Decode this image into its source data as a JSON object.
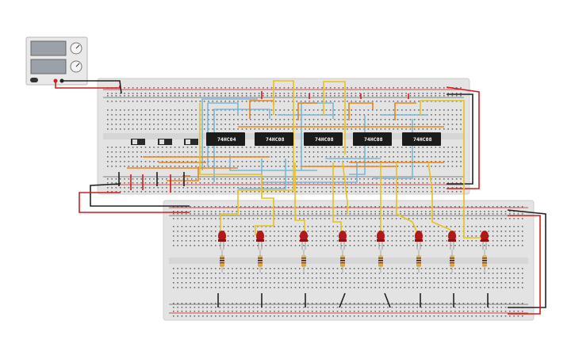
{
  "app": {
    "title": ""
  },
  "power_supply": {
    "display_top": "",
    "display_bottom": "",
    "knob_labels": [
      "",
      ""
    ],
    "terminal_label": ""
  },
  "chips": [
    {
      "label": "74HC04"
    },
    {
      "label": "74HC08"
    },
    {
      "label": "74HC08"
    },
    {
      "label": "74HC08"
    },
    {
      "label": "74HC08"
    }
  ],
  "switches": [
    {
      "id": "sw1"
    },
    {
      "id": "sw2"
    },
    {
      "id": "sw3"
    }
  ],
  "leds": [
    {
      "id": "led1"
    },
    {
      "id": "led2"
    },
    {
      "id": "led3"
    },
    {
      "id": "led4"
    },
    {
      "id": "led5"
    },
    {
      "id": "led6"
    },
    {
      "id": "led7"
    },
    {
      "id": "led8"
    }
  ],
  "colors": {
    "wire_red": "#d01d1d",
    "wire_black": "#222222",
    "wire_yellow": "#e8c21a",
    "wire_orange": "#e8841a",
    "wire_blue": "#7ab8d8",
    "breadboard": "#e3e3e3",
    "chip": "#1b1b1b",
    "led_red": "#b31818"
  }
}
